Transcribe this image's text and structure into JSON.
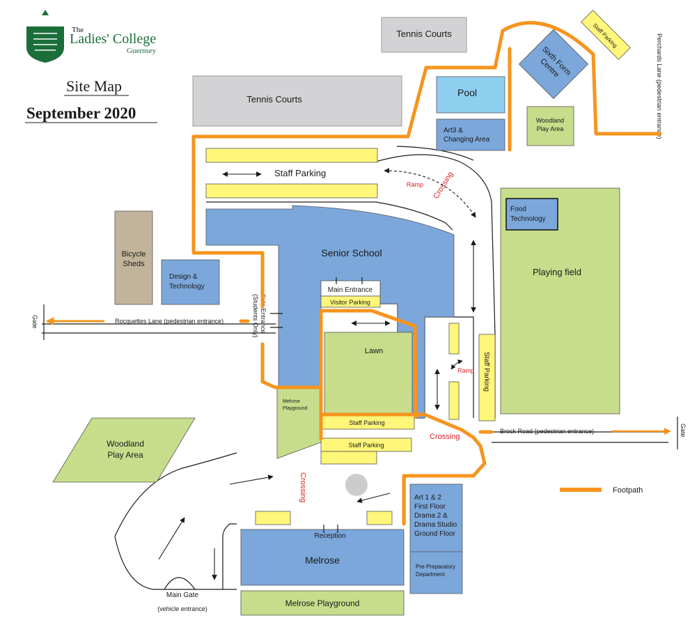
{
  "header": {
    "logo_the": "The",
    "logo_name": "Ladies' College",
    "logo_place": "Guernsey",
    "title": "Site Map",
    "date": "September 2020"
  },
  "colors": {
    "building_blue": "#7ba7db",
    "pool_blue": "#8ecff0",
    "green_area": "#c7dd8b",
    "parking_yellow": "#fff67a",
    "footpath_orange": "#f7941d",
    "tennis_grey": "#d3d3d5",
    "bicycle_tan": "#c2b49b",
    "label_red": "#d2232a"
  },
  "areas": {
    "tennis_courts_small": "Tennis Courts",
    "tennis_courts_large": "Tennis Courts",
    "pool": "Pool",
    "art3_line1": "Art3 &",
    "art3_line2": "Changing Area",
    "sixth_form_line1": "Sixth Form",
    "sixth_form_line2": "Centre",
    "staff_parking_diag": "Staff Parking",
    "woodland_small_line1": "Woodland",
    "woodland_small_line2": "Play Area",
    "perchards_lane": "Perchards Lane (pedestrian entrance)",
    "staff_parking_top": "Staff Parking",
    "ramp_top": "Ramp",
    "crossing_top": "Crossing",
    "food_tech_line1": "Food",
    "food_tech_line2": "Technology",
    "playing_field": "Playing field",
    "bicycle_line1": "Bicycle",
    "bicycle_line2": "Sheds",
    "design_line1": "Design &",
    "design_line2": "Technology",
    "senior_school": "Senior School",
    "main_entrance": "Main Entrance",
    "visitor_parking": "Visitor Parking",
    "side_entrance_line1": "Side Entrance",
    "side_entrance_line2": "(Students Only)",
    "gate_left": "Gate",
    "rocquettes_lane": "Rocquettes Lane (pedestrian entrance)",
    "lawn": "Lawn",
    "ramp_mid": "Ramp",
    "staff_parking_vertical": "Staff Parking",
    "melrose_pg_small_line1": "Melrose",
    "melrose_pg_small_line2": "Playground",
    "staff_parking_lower1": "Staff Parking",
    "staff_parking_lower2": "Staff Parking",
    "crossing_mid": "Crossing",
    "brock_road": "Brock Road (pedestrian entrance)",
    "gate_right": "Gate",
    "woodland_large_line1": "Woodland",
    "woodland_large_line2": "Play Area",
    "crossing_bottom": "Crossing",
    "footpath_legend": "Footpath",
    "art_block_line1": "Art 1 & 2",
    "art_block_line2": "First Floor",
    "art_block_line3": "Drama 2 &",
    "art_block_line4": "Drama Studio",
    "art_block_line5": "Ground Floor",
    "prep_line1": "Pre-Preparatory",
    "prep_line2": "Department",
    "reception": "Reception",
    "melrose": "Melrose",
    "melrose_playground": "Melrose Playground",
    "main_gate": "Main Gate",
    "vehicle_entrance": "(vehicle entrance)"
  }
}
